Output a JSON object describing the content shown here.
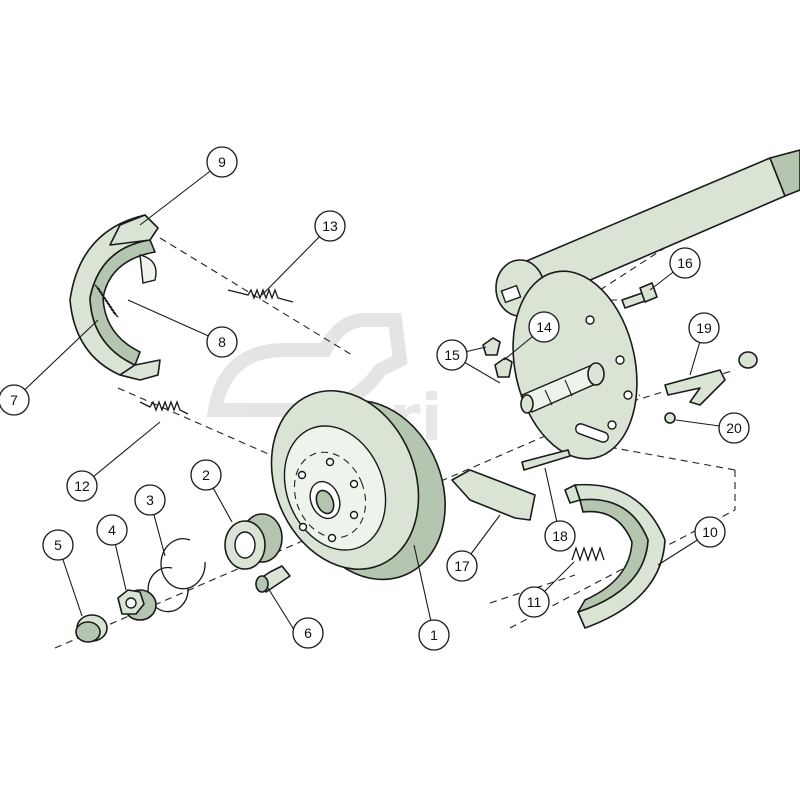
{
  "watermark": {
    "text": "agri"
  },
  "callouts": [
    {
      "id": "c1",
      "label": "1"
    },
    {
      "id": "c2",
      "label": "2"
    },
    {
      "id": "c3",
      "label": "3"
    },
    {
      "id": "c4",
      "label": "4"
    },
    {
      "id": "c5",
      "label": "5"
    },
    {
      "id": "c6",
      "label": "6"
    },
    {
      "id": "c7",
      "label": "7"
    },
    {
      "id": "c8",
      "label": "8"
    },
    {
      "id": "c9",
      "label": "9"
    },
    {
      "id": "c10",
      "label": "10"
    },
    {
      "id": "c11",
      "label": "11"
    },
    {
      "id": "c12",
      "label": "12"
    },
    {
      "id": "c13",
      "label": "13"
    },
    {
      "id": "c14",
      "label": "14"
    },
    {
      "id": "c15",
      "label": "15"
    },
    {
      "id": "c16",
      "label": "16"
    },
    {
      "id": "c17",
      "label": "17"
    },
    {
      "id": "c18",
      "label": "18"
    },
    {
      "id": "c19",
      "label": "19"
    },
    {
      "id": "c20",
      "label": "20"
    }
  ],
  "colors": {
    "part_fill": "#d9e4d5",
    "part_shade": "#b5c6b0",
    "outline": "#1a1a1a"
  }
}
